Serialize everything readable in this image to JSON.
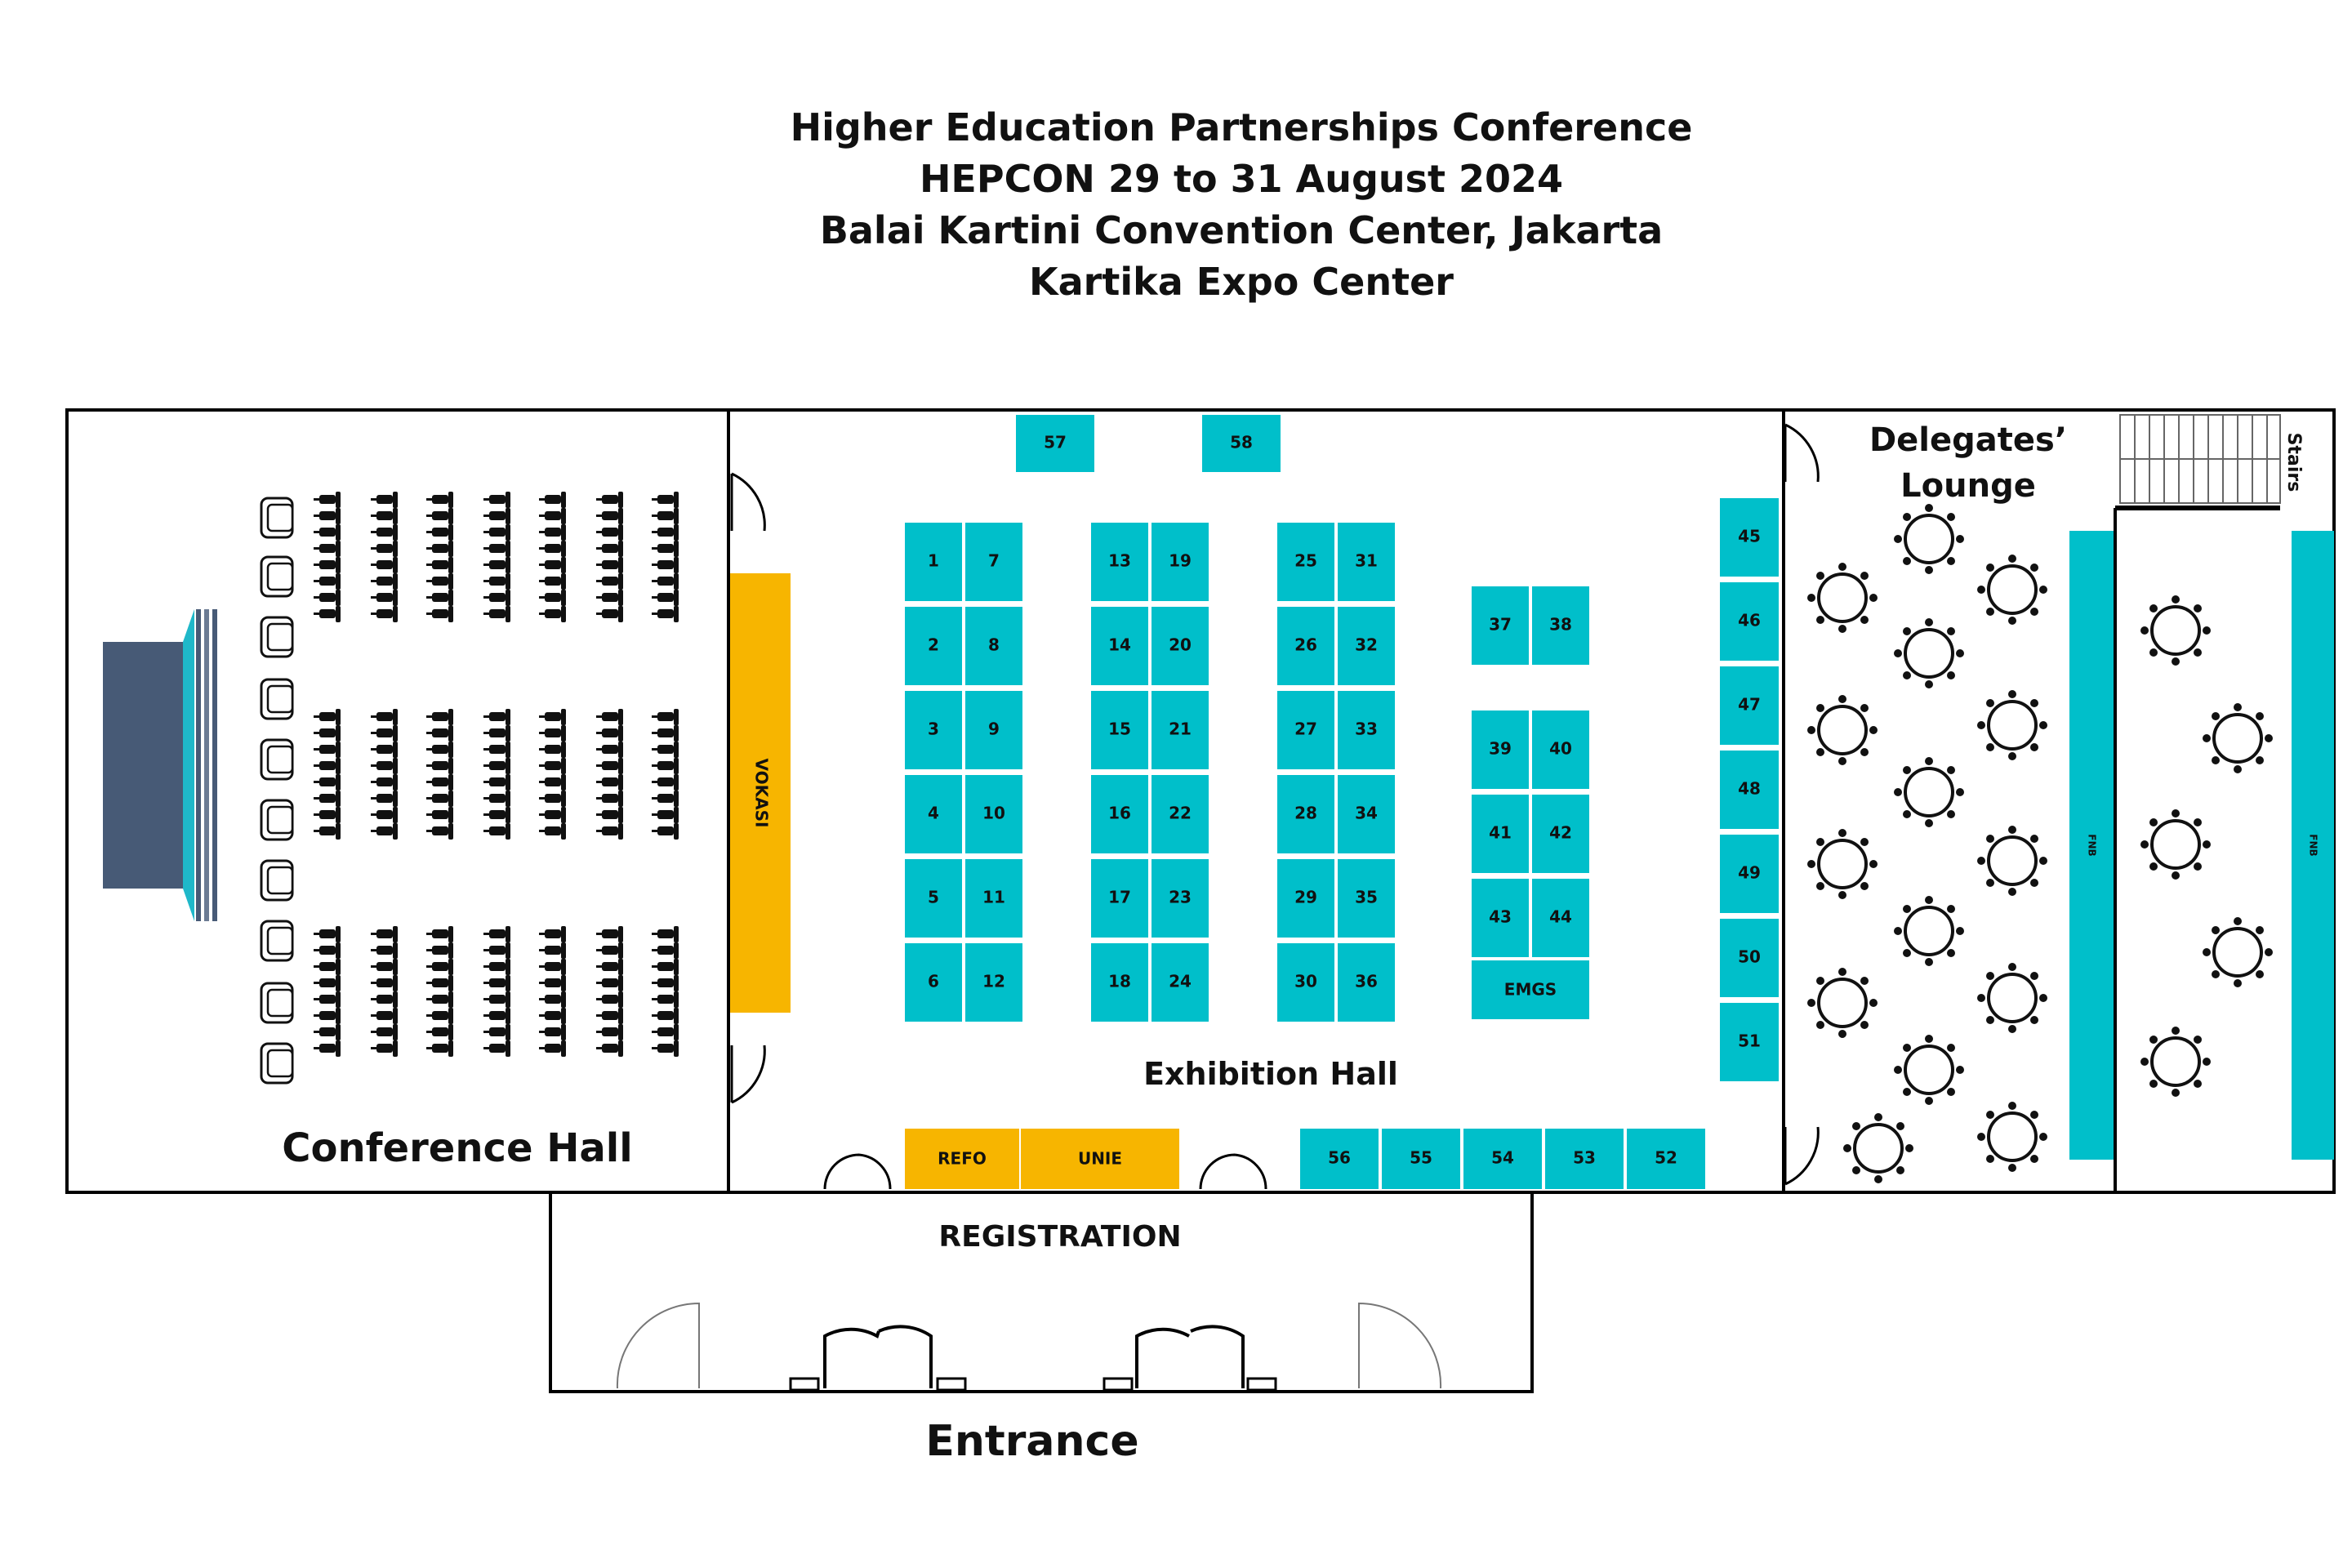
{
  "header": {
    "lines": [
      "Higher Education Partnerships Conference",
      "HEPCON 29 to 31 August 2024",
      "Balai Kartini Convention Center, Jakarta",
      "Kartika Expo Center"
    ]
  },
  "zones": {
    "conference_hall": "Conference Hall",
    "exhibition_hall": "Exhibition Hall",
    "lounge_line1": "Delegates’",
    "lounge_line2": "Lounge",
    "stairs": "Stairs",
    "registration": "REGISTRATION",
    "entrance": "Entrance"
  },
  "special_booths": {
    "vokasi": "VOKASI",
    "emgs": "EMGS",
    "refo": "REFO",
    "unie": "UNIE",
    "fnb_left": "FNB",
    "fnb_right": "FNB"
  },
  "booths": {
    "top": [
      "57",
      "58"
    ],
    "col_a": [
      "1",
      "2",
      "3",
      "4",
      "5",
      "6"
    ],
    "col_b": [
      "7",
      "8",
      "9",
      "10",
      "11",
      "12"
    ],
    "col_c": [
      "13",
      "14",
      "15",
      "16",
      "17",
      "18"
    ],
    "col_d": [
      "19",
      "20",
      "21",
      "22",
      "23",
      "24"
    ],
    "col_e": [
      "25",
      "26",
      "27",
      "28",
      "29",
      "30"
    ],
    "col_f": [
      "31",
      "32",
      "33",
      "34",
      "35",
      "36"
    ],
    "pair": [
      "37",
      "38"
    ],
    "grid_left": [
      "39",
      "41",
      "43"
    ],
    "grid_right": [
      "40",
      "42",
      "44"
    ],
    "east_col": [
      "45",
      "46",
      "47",
      "48",
      "49",
      "50",
      "51"
    ],
    "bottom_row": [
      "56",
      "55",
      "54",
      "53",
      "52"
    ]
  },
  "colors": {
    "booth": "#00bfca",
    "special": "#f7b500",
    "stage": "#475a76",
    "stage_edge": "#1fb8c9",
    "wall": "#000000"
  }
}
